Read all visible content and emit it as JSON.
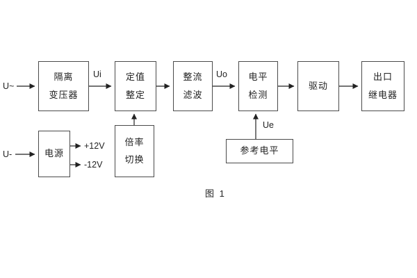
{
  "colors": {
    "ink": "#222222",
    "background": "#ffffff",
    "border": "#4a4a4a"
  },
  "diagram": {
    "caption": "图 1",
    "inputs": {
      "ac_input": "U~",
      "dc_input": "U-"
    },
    "signals": {
      "ui": "Ui",
      "uo": "Uo",
      "ue": "Ue",
      "plus12": "+12V",
      "minus12": "-12V"
    },
    "blocks": {
      "isolation_transformer": {
        "line1": "隔离",
        "line2": "变压器"
      },
      "setting_adjust": {
        "line1": "定值",
        "line2": "整定"
      },
      "rectify_filter": {
        "line1": "整流",
        "line2": "滤波"
      },
      "level_detect": {
        "line1": "电平",
        "line2": "检测"
      },
      "driver": {
        "line1": "驱动"
      },
      "output_relay": {
        "line1": "出口",
        "line2": "继电器"
      },
      "power_supply": {
        "line1": "电源"
      },
      "ratio_switch": {
        "line1": "倍率",
        "line2": "切换"
      },
      "reference_level": {
        "line1": "参考电平"
      }
    }
  }
}
